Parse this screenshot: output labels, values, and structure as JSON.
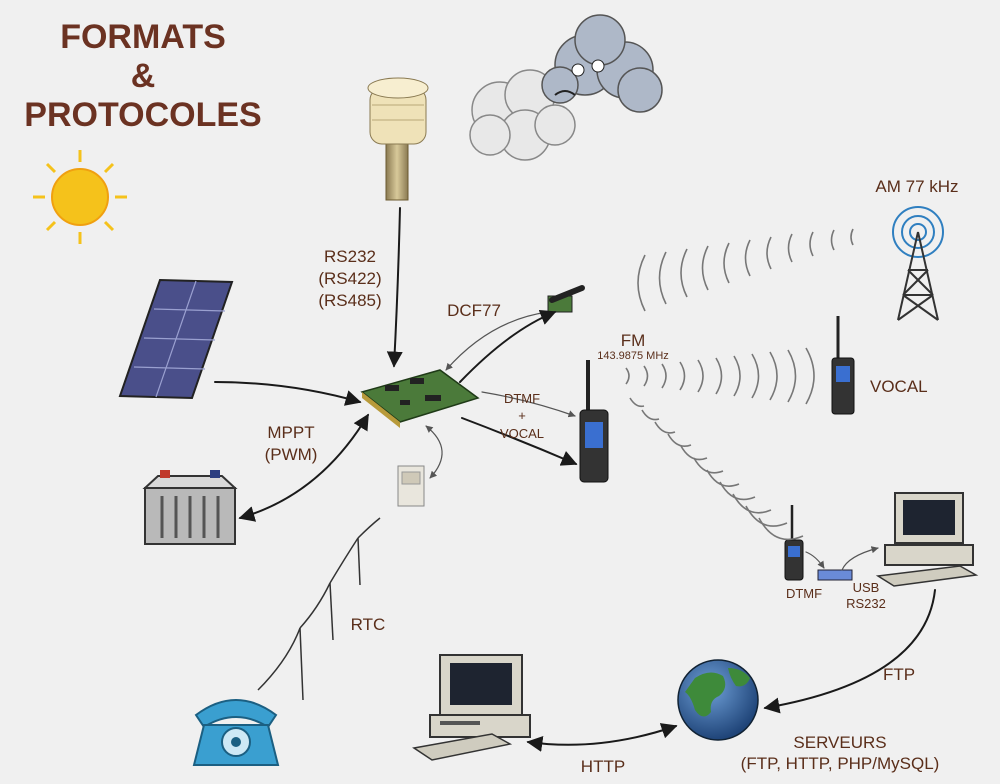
{
  "title": {
    "line1": "FORMATS",
    "line2": "&",
    "line3": "PROTOCOLES"
  },
  "labels": {
    "rs232": "RS232",
    "rs422": "(RS422)",
    "rs485": "(RS485)",
    "dcf77": "DCF77",
    "fm": "FM",
    "fm_freq": "143.9875 MHz",
    "am": "AM 77 kHz",
    "dtmf": "DTMF",
    "plus": "+",
    "vocal_link": "VOCAL",
    "vocal_radio": "VOCAL",
    "mppt": "MPPT",
    "pwm": "(PWM)",
    "rtc": "RTC",
    "dtmf_small": "DTMF",
    "usb": "USB",
    "rs232_usb": "RS232",
    "ftp": "FTP",
    "http": "HTTP",
    "serveurs": "SERVEURS",
    "serveurs_protocols": "(FTP, HTTP, PHP/MySQL)"
  },
  "colors": {
    "background": "#f0f0f0",
    "title": "#6b3222",
    "label": "#5a2e1a",
    "arrow": "#1a1a1a",
    "sun": "#f5c21b",
    "phone": "#3a9fd0",
    "globe_sea": "#2f5f9e",
    "globe_land": "#3e8a3a",
    "solar_panel": "#4a4f8a",
    "pcb": "#4b7a3a"
  },
  "icons": [
    "sun-icon",
    "wind-cloud-icon",
    "anemometer-icon",
    "solar-panel-icon",
    "battery-icon",
    "pcb-board-icon",
    "dcf77-antenna-icon",
    "handheld-radio-icon",
    "am-tower-icon",
    "enclosure-icon",
    "telephone-icon",
    "desktop-computer-icon",
    "usb-interface-icon",
    "globe-icon"
  ]
}
